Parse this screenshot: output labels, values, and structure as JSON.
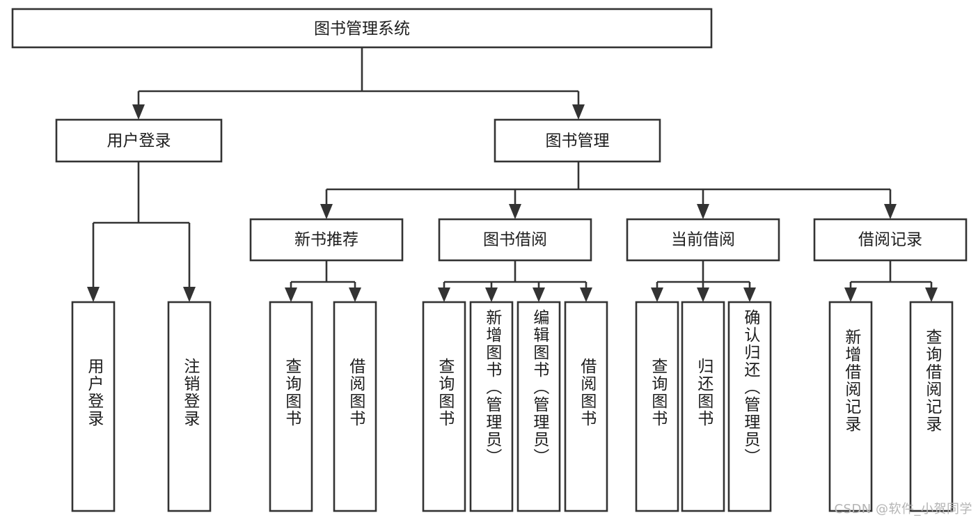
{
  "diagram": {
    "type": "tree",
    "title": "图书管理系统",
    "watermark": "CSDN @软件_小贺同学",
    "colors": {
      "stroke": "#333333",
      "fill": "#ffffff",
      "text": "#1c1c1c",
      "watermark": "#b4b4b4",
      "background": "#ffffff"
    },
    "root": {
      "label": "图书管理系统"
    },
    "level2": [
      {
        "label": "用户登录"
      },
      {
        "label": "图书管理"
      }
    ],
    "level3": [
      {
        "label": "新书推荐"
      },
      {
        "label": "图书借阅"
      },
      {
        "label": "当前借阅"
      },
      {
        "label": "借阅记录"
      }
    ],
    "leaves": {
      "user_login": [
        {
          "label": "用户登录"
        },
        {
          "label": "注销登录"
        }
      ],
      "new_book_rec": [
        {
          "label": "查询图书"
        },
        {
          "label": "借阅图书"
        }
      ],
      "book_borrow": [
        {
          "label": "查询图书"
        },
        {
          "label": "新增图书（管理员）"
        },
        {
          "label": "编辑图书（管理员）"
        },
        {
          "label": "借阅图书"
        }
      ],
      "current_borrow": [
        {
          "label": "查询图书"
        },
        {
          "label": "归还图书"
        },
        {
          "label": "确认归还（管理员）"
        }
      ],
      "borrow_record": [
        {
          "label": "新增借阅记录"
        },
        {
          "label": "查询借阅记录"
        }
      ]
    }
  }
}
